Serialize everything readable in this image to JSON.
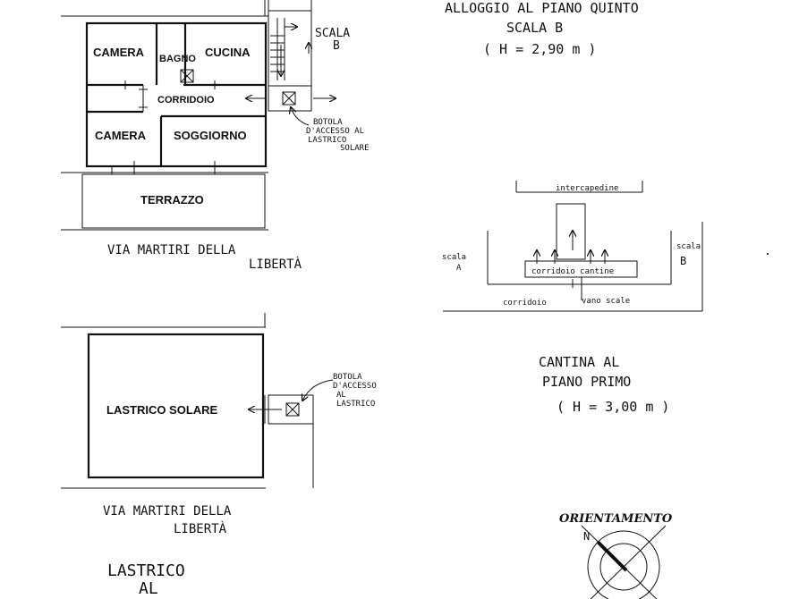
{
  "top_plan": {
    "title_line1": "ALLOGGIO AL PIANO QUINTO",
    "title_line2": "SCALA B",
    "title_line3": "( H = 2,90 m )",
    "rooms": {
      "camera_1": "CAMERA",
      "bagno": "BAGNO",
      "cucina": "CUCINA",
      "corridoio": "CORRIDOIO",
      "camera_2": "CAMERA",
      "soggiorno": "SOGGIORNO",
      "terrazzo": "TERRAZZO"
    },
    "stair_label_1": "SCALA",
    "stair_label_2": "B",
    "botola_lines": [
      "BOTOLA",
      "D'ACCESSO AL",
      "LASTRICO",
      "SOLARE"
    ],
    "street_line1": "VIA MARTIRI DELLA",
    "street_line2": "LIBERTÀ"
  },
  "cantina": {
    "intercapedine": "intercapedine",
    "scala_a_1": "scala",
    "scala_a_2": "A",
    "scala_b_1": "scala",
    "scala_b_2": "B",
    "corridoio_cantine": "corridoio cantine",
    "corridoio": "corridoio",
    "vano_scale": "vano scale",
    "title_line1": "CANTINA AL",
    "title_line2": "PIANO PRIMO",
    "title_line3": "( H = 3,00 m )"
  },
  "roof_plan": {
    "lastrico_label": "LASTRICO SOLARE",
    "botola_lines": [
      "BOTOLA",
      "D'ACCESSO",
      "AL",
      "LASTRICO"
    ],
    "street_line1": "VIA MARTIRI DELLA",
    "street_line2": "LIBERTÀ",
    "title_line1": "LASTRICO",
    "title_line2": "AL"
  },
  "orientation": {
    "label": "ORIENTAMENTO",
    "north_mark": "N"
  }
}
